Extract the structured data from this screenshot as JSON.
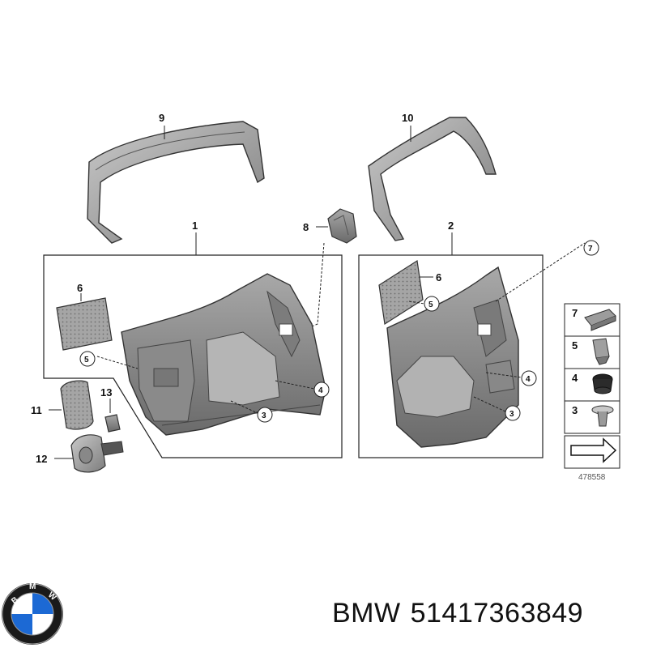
{
  "brand": {
    "logo_letters": "BMW",
    "blue": "#1c69d4",
    "ring": "#111111"
  },
  "caption": {
    "make": "BMW",
    "part_number": "51417363849"
  },
  "diagram": {
    "drawing_number": "478558",
    "callouts": [
      "1",
      "2",
      "3",
      "4",
      "5",
      "6",
      "7",
      "8",
      "9",
      "10",
      "11",
      "12",
      "13"
    ],
    "legend": [
      "7",
      "5",
      "4",
      "3"
    ],
    "colors": {
      "part_fill": "#9a9a9a",
      "part_dark": "#6f6f6f",
      "part_light": "#c4c4c4",
      "line": "#222222"
    }
  }
}
